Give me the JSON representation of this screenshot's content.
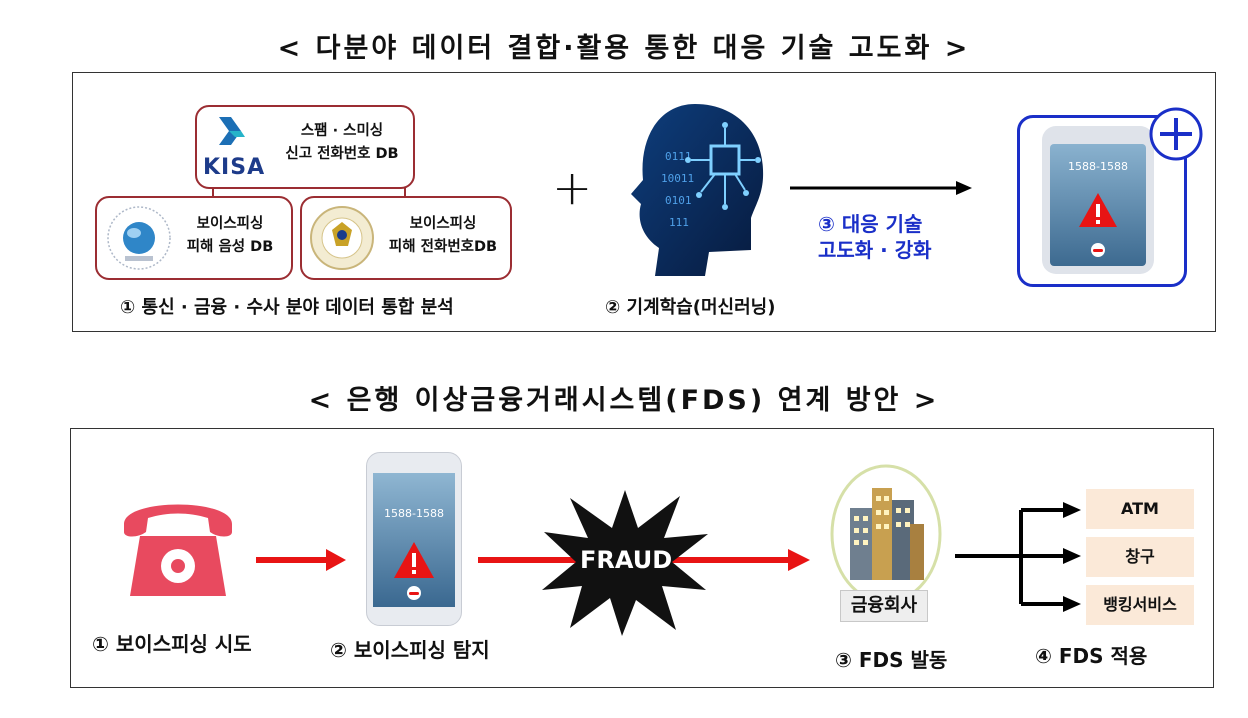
{
  "section1": {
    "title": "< 다분야 데이터 결합·활용 통한 대응 기술 고도화 >",
    "kisa_logo_text": "KISA",
    "kisa_box_line1": "스팸 · 스미싱",
    "kisa_box_line2": "신고 전화번호 DB",
    "fss_box_line1": "보이스피싱",
    "fss_box_line2": "피해 음성 DB",
    "police_box_line1": "보이스피싱",
    "police_box_line2": "피해 전화번호DB",
    "step1_caption": "① 통신 · 금융 · 수사 분야 데이터 통합 분석",
    "plus_sign": "+",
    "step2_caption": "② 기계학습(머신러닝)",
    "step3_line1": "③ 대응 기술",
    "step3_line2": "고도화 · 강화",
    "phone_number": "1588-1588"
  },
  "section2": {
    "title": "< 은행 이상금융거래시스템(FDS) 연계 방안 >",
    "step1_caption": "① 보이스피싱 시도",
    "step2_caption": "② 보이스피싱 탐지",
    "phone_number": "1588-1588",
    "fraud_label": "FRAUD",
    "building_label": "금융회사",
    "step3_caption": "③ FDS 발동",
    "step4_caption": "④ FDS 적용",
    "outputs": [
      "ATM",
      "창구",
      "뱅킹서비스"
    ]
  },
  "colors": {
    "box_border": "#9b2d32",
    "highlight_blue": "#1a2fc8",
    "arrow_red": "#e81414",
    "phone_red": "#e84a5f",
    "beige": "#fbe9d8"
  }
}
